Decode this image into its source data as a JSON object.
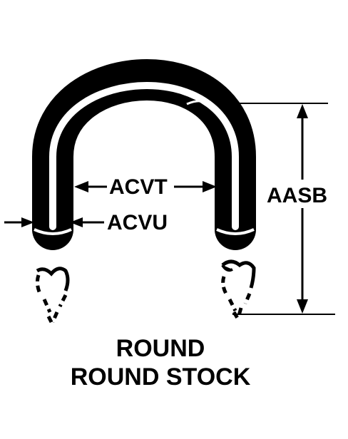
{
  "dimensions": {
    "inner_width": "ACVT",
    "stock_diameter": "ACVU",
    "overall_height": "AASB"
  },
  "caption": {
    "line1": "ROUND",
    "line2": "ROUND STOCK"
  }
}
